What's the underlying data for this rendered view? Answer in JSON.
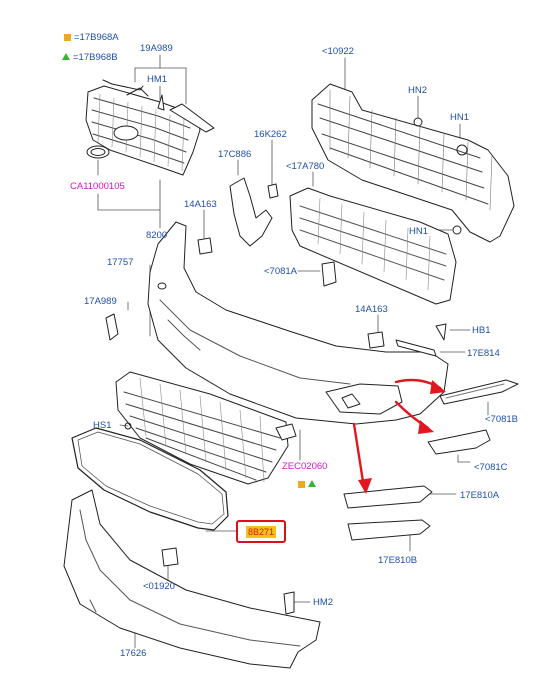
{
  "legend": {
    "square_label": "=17B968A",
    "triangle_label": "=17B968B",
    "square_color": "#f0a81c",
    "triangle_color": "#33b631"
  },
  "labels": {
    "p19A989": "19A989",
    "pHM1_top": "HM1",
    "p10922": "<10922",
    "pHN2": "HN2",
    "pHN1_right": "HN1",
    "pHN1_mid": "HN1",
    "p16K262": "16K262",
    "p17C886": "17C886",
    "p17A780": "<17A780",
    "pCA11000105": "CA11000105",
    "p8200": "8200",
    "p14A163_left": "14A163",
    "p17757": "17757",
    "p17A989": "17A989",
    "p7081A": "<7081A",
    "p14A163_right": "14A163",
    "pHB1": "HB1",
    "p17E814": "17E814",
    "p7081B": "<7081B",
    "pHS1": "HS1",
    "p7081C": "<7081C",
    "pZEC02060": "ZEC02060",
    "p17E810A": "17E810A",
    "p8B271": "8B271",
    "p17E810B": "17E810B",
    "p01920": "<01920",
    "pHM2": "HM2",
    "p17626": "17626"
  },
  "colors": {
    "label_blue": "#1f4fa8",
    "label_pink": "#d516c8",
    "arrow_red": "#e3161f",
    "highlight_border": "#e00f17",
    "highlight_fill": "#f2c21a"
  }
}
